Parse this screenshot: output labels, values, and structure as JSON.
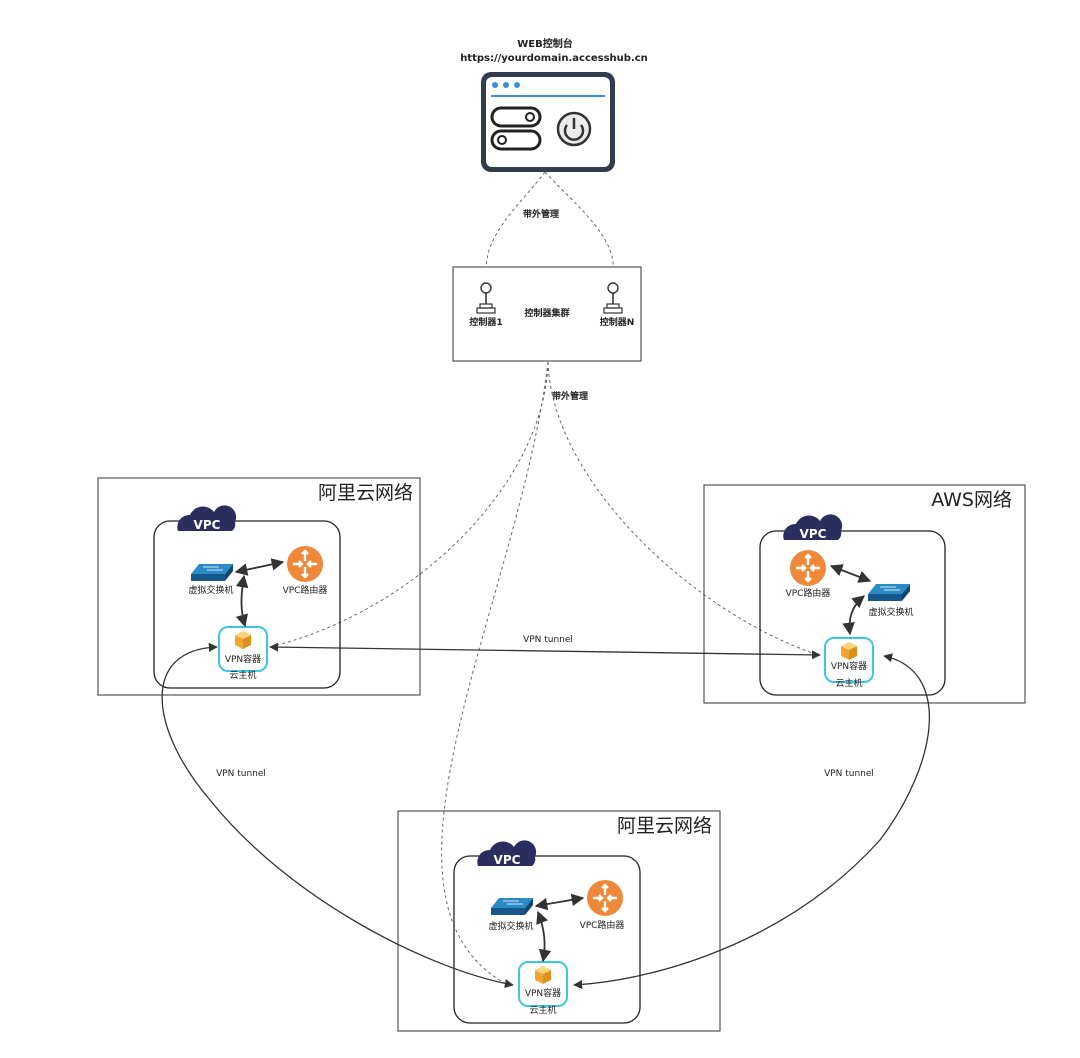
{
  "web_console": {
    "title": "WEB控制台",
    "url": "https://yourdomain.accesshub.cn"
  },
  "oob_label_top": "带外管理",
  "oob_label_bottom": "带外管理",
  "controller_cluster": {
    "title": "控制器集群",
    "node_first": "控制器1",
    "node_last": "控制器N"
  },
  "networks": [
    {
      "name": "阿里云网络",
      "vpc_label": "VPC",
      "switch_label": "虚拟交换机",
      "router_label": "VPC路由器",
      "vpn_label": "VPN容器",
      "host_label": "云主机"
    },
    {
      "name": "AWS网络",
      "vpc_label": "VPC",
      "switch_label": "虚拟交换机",
      "router_label": "VPC路由器",
      "vpn_label": "VPN容器",
      "host_label": "云主机"
    },
    {
      "name": "阿里云网络",
      "vpc_label": "VPC",
      "switch_label": "虚拟交换机",
      "router_label": "VPC路由器",
      "vpn_label": "VPN容器",
      "host_label": "云主机"
    }
  ],
  "tunnels": {
    "top": "VPN tunnel",
    "left": "VPN tunnel",
    "right": "VPN tunnel"
  },
  "colors": {
    "vpc_cloud": "#2b2d5e",
    "router": "#f0883a",
    "switch": "#1c6aa3",
    "vpn_border": "#3ec6e0",
    "vpn_box": "#f5b94a",
    "console_frame": "#2f3d4f",
    "console_accent": "#3b8fd9"
  }
}
